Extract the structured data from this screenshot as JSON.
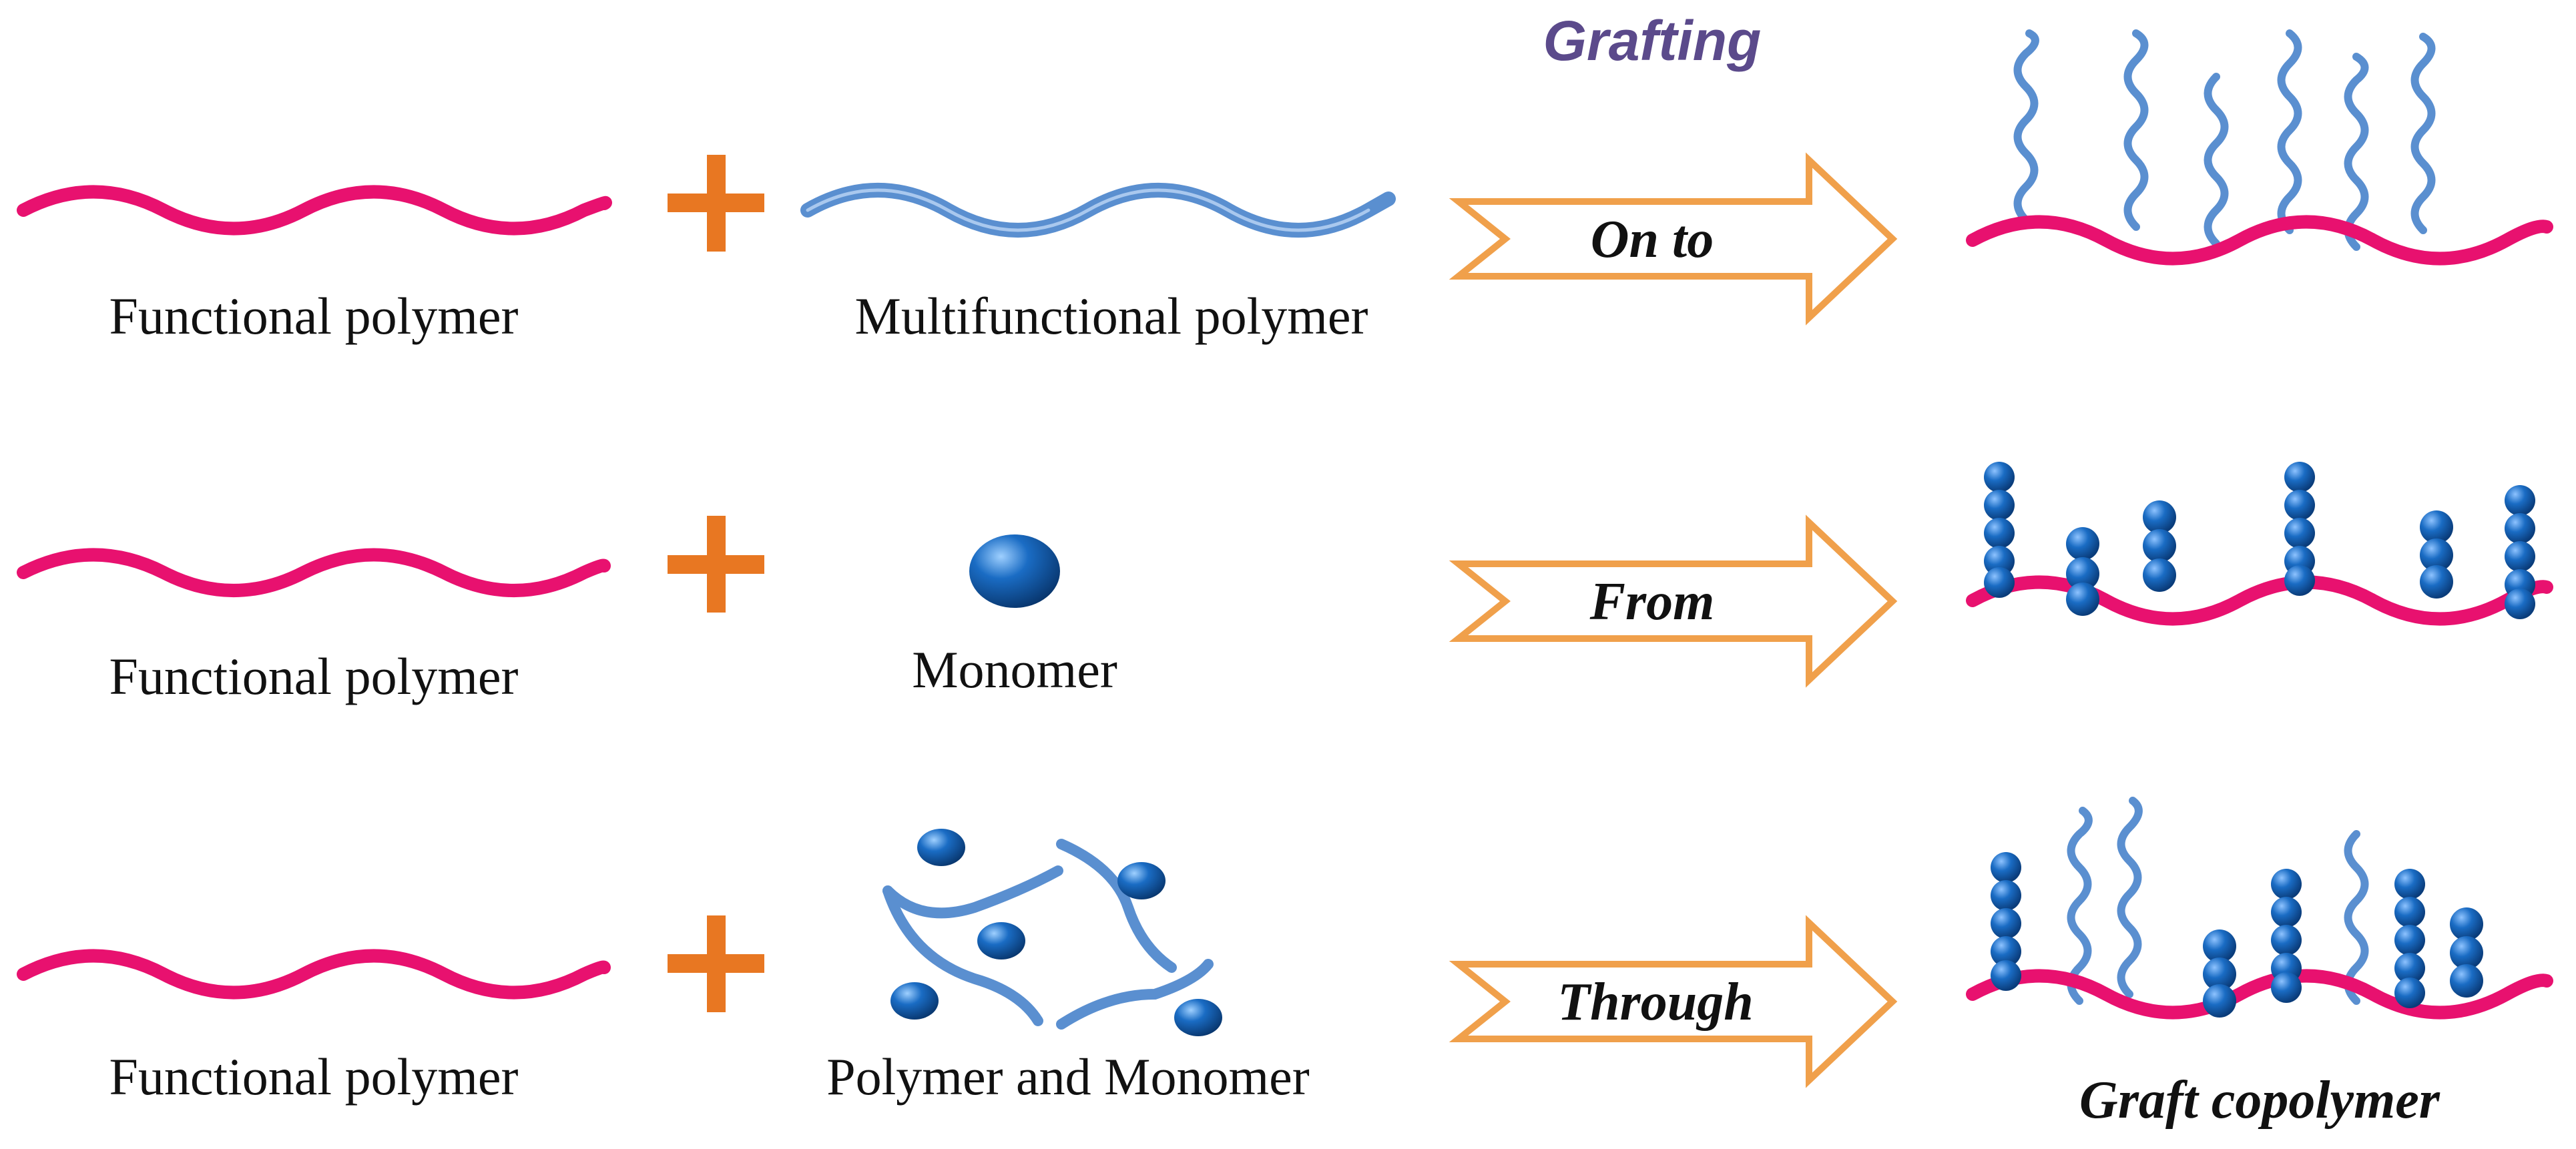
{
  "heading": "Grafting",
  "colors": {
    "backbone": "#e8116f",
    "graft_chain": "#5a8fd0",
    "monomer": "#1a6cc4",
    "plus": "#e87722",
    "arrow_stroke": "#f0a04b",
    "heading": "#5b4a8b"
  },
  "rows": [
    {
      "left_label": "Functional polymer",
      "reagent_label": "Multifunctional polymer",
      "method": "On to"
    },
    {
      "left_label": "Functional polymer",
      "reagent_label": "Monomer",
      "method": "From"
    },
    {
      "left_label": "Functional polymer",
      "reagent_label": "Polymer and Monomer",
      "method": "Through"
    }
  ],
  "product_label": "Graft copolymer"
}
